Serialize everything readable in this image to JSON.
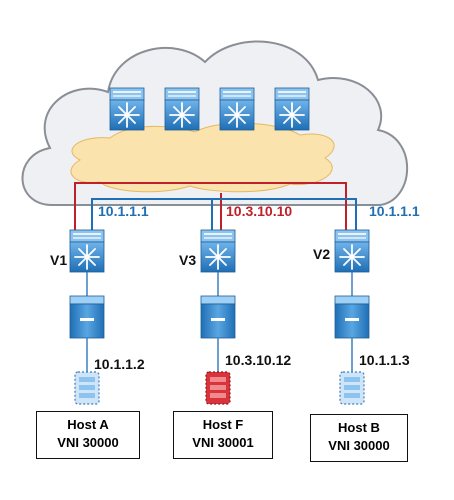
{
  "vteps": {
    "v1": {
      "name": "V1",
      "ip": "10.1.1.1"
    },
    "v2": {
      "name": "V2",
      "ip": "10.1.1.1"
    },
    "v3": {
      "name": "V3",
      "ip": "10.3.10.10"
    }
  },
  "hosts": [
    {
      "vm_ip": "10.1.1.2",
      "title": "Host A",
      "vni": "VNI 30000"
    },
    {
      "vm_ip": "10.3.10.12",
      "title": "Host F",
      "vni": "VNI 30001"
    },
    {
      "vm_ip": "10.1.1.3",
      "title": "Host B",
      "vni": "VNI 30000"
    }
  ],
  "colors": {
    "blue_path": "#1f6fb5",
    "red_path": "#c0202a",
    "switch_blue": "#2f86cc",
    "vm_red": "#d9343c",
    "cloud_fill": "#eef0f3",
    "overlay_fill": "#fbe3ad"
  },
  "icons": [
    "spine-switch-icon",
    "leaf-switch-icon",
    "server-icon",
    "vm-icon",
    "cloud-icon"
  ]
}
